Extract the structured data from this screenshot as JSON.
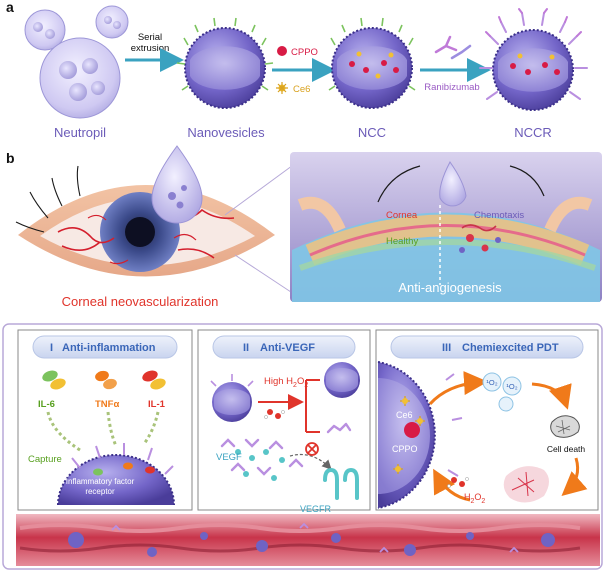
{
  "panel_labels": {
    "a": "a",
    "b": "b"
  },
  "pipeline": {
    "neutrophil_label": "Neutropil",
    "nanovesicles_label": "Nanovesicles",
    "ncc_label": "NCC",
    "nccr_label": "NCCR",
    "step1": {
      "line1": "Serial",
      "line2": "extrusion"
    },
    "legend_cppo": "CPPO",
    "legend_ce6": "Ce6",
    "ranibizumab": "Ranibizumab"
  },
  "eye": {
    "neovasc_label": "Corneal neovascularization",
    "cornea_label": "Cornea",
    "chemotaxis_label": "Chemotaxis",
    "healthy_label": "Healthy",
    "antiangio_label": "Anti-angiogenesis"
  },
  "panels": {
    "p1": {
      "numeral": "I",
      "title": "Anti-inflammation",
      "il6": "IL-6",
      "tnf": "TNFα",
      "il1": "IL-1",
      "capture": "Capture",
      "receptor_line1": "Inflammatory factor",
      "receptor_line2": "receptor"
    },
    "p2": {
      "numeral": "II",
      "title": "Anti-VEGF",
      "high": "High H",
      "h2o2_sub1": "2",
      "h2o2_o": "O",
      "h2o2_sub2": "2",
      "vegf": "VEGF",
      "vegfr": "VEGFR"
    },
    "p3": {
      "numeral": "III",
      "title": "Chemiexcited PDT",
      "ce6": "Ce6",
      "cppo": "CPPO",
      "singlet_a": "¹O₂",
      "singlet_b": "¹O₂",
      "cell_death": "Cell death",
      "h2o2_h": "H",
      "h2o2_sub1": "2",
      "h2o2_o": "O",
      "h2o2_sub2": "2"
    }
  },
  "colors": {
    "vesicle": "#6f63c4",
    "arrow_teal": "#3aa2c0",
    "text_purple": "#6b5bb8",
    "text_red": "#e0342b",
    "title_blue": "#3a66b8",
    "green": "#58a020",
    "blood": "#c8344a"
  }
}
